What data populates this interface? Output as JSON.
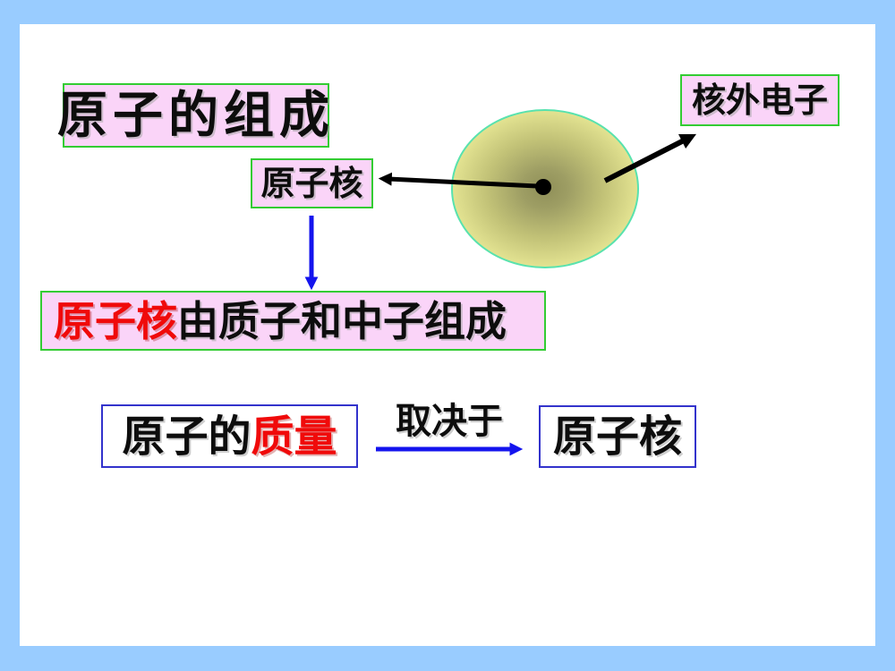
{
  "title": {
    "label": "原子的组成"
  },
  "diagram": {
    "electron_label": "核外电子",
    "nucleus_label": "原子核",
    "compose": {
      "red": "原子核",
      "black": "由质子和中子组成"
    },
    "mass": {
      "black": "原子的",
      "red": "质量"
    },
    "depends_label": "取决于",
    "nucleus_result_label": "原子核"
  },
  "colors": {
    "frame_background": "#99CCFF",
    "slide_surface": "#FFFFFF",
    "label_box_pink": "#FAD4F8",
    "label_border_green": "#33CC33",
    "label_border_blue": "#3333CC",
    "arrow_blue": "#1414EE",
    "arrow_black": "#000000",
    "text_red": "#F00A0A",
    "text_black": "#0d0d0d",
    "sphere_border": "#58E2AE",
    "sphere_center": "#8F8F58",
    "sphere_edge": "#F0F09C"
  }
}
